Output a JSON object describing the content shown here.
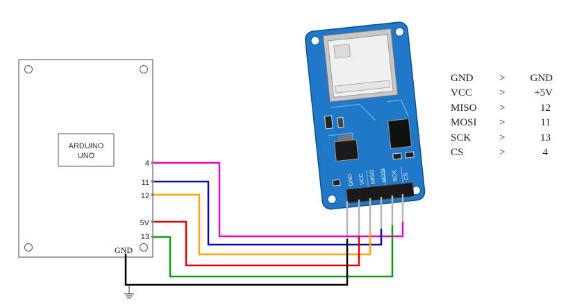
{
  "arduino": {
    "label_line1": "ARDUINO",
    "label_line2": "UNO",
    "pins": [
      "4",
      "11",
      "12",
      "5V",
      "13"
    ],
    "gnd": "GND"
  },
  "module": {
    "pins": [
      "GND",
      "VCC",
      "MISO",
      "MOSI",
      "SCK",
      "CS"
    ]
  },
  "mapping": [
    {
      "left": "GND",
      "sep": ">",
      "right": "GND"
    },
    {
      "left": "VCC",
      "sep": ">",
      "right": "+5V"
    },
    {
      "left": "MISO",
      "sep": ">",
      "right": "12"
    },
    {
      "left": "MOSI",
      "sep": ">",
      "right": "11"
    },
    {
      "left": "SCK",
      "sep": ">",
      "right": "13"
    },
    {
      "left": "CS",
      "sep": ">",
      "right": "4"
    }
  ],
  "colors": {
    "board_blue": "#1f78c8",
    "wire_magenta": "#e600d2",
    "wire_blue": "#0a0aa8",
    "wire_orange": "#ffa500",
    "wire_red": "#e00000",
    "wire_green": "#119a11",
    "wire_black": "#000000"
  },
  "icons": [
    "ground-symbol-icon",
    "sd-card-slot-icon"
  ]
}
